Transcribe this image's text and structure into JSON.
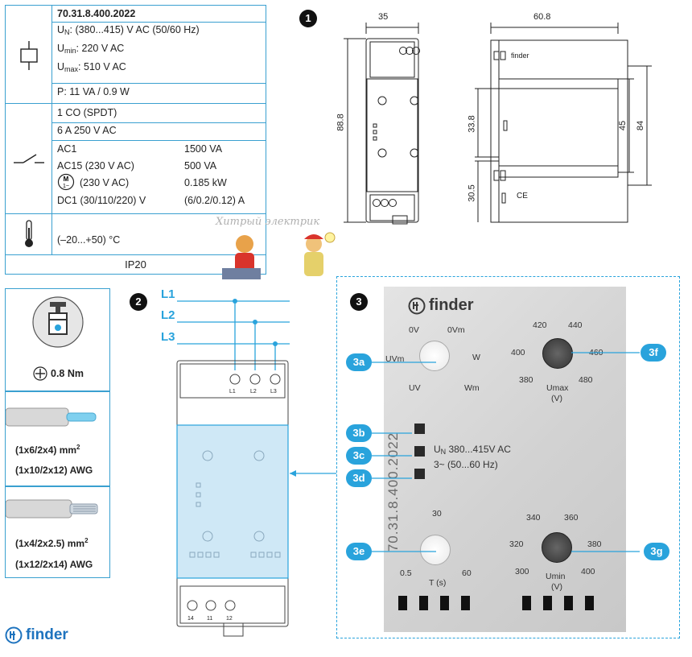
{
  "spec_table": {
    "model": "70.31.8.400.2022",
    "un_label": "U",
    "un_sub": "N",
    "un_value": ": (380...415) V AC (50/60 Hz)",
    "umin_label": "U",
    "umin_sub": "min",
    "umin_value": ": 220 V AC",
    "umax_label": "U",
    "umax_sub": "max",
    "umax_value": ": 510 V AC",
    "power": "P: 11 VA / 0.9 W",
    "contact": "1 CO (SPDT)",
    "rating": "6 A 250 V AC",
    "ac1_label": "AC1",
    "ac1_value": "1500 VA",
    "ac15_label": "AC15 (230 V AC)",
    "ac15_value": "500 VA",
    "motor_label": "(230 V AC)",
    "motor_value": "0.185 kW",
    "dc1_label": "DC1 (30/110/220) V",
    "dc1_value": "(6/0.2/0.12) A",
    "temperature": "(–20...+50) °C",
    "ip": "IP20"
  },
  "wiring": {
    "torque": "0.8 Nm",
    "wire1_mm": "(1x6/2x4) mm",
    "wire1_sup": "2",
    "wire1_awg": "(1x10/2x12) AWG",
    "wire2_mm": "(1x4/2x2.5) mm",
    "wire2_sup": "2",
    "wire2_awg": "(1x12/2x14) AWG"
  },
  "brand": "finder",
  "watermark": "Хитрый электрик",
  "badges": {
    "b1": "1",
    "b2": "2",
    "b3": "3"
  },
  "dimensions": {
    "w_front": "35",
    "w_side": "60.8",
    "h_total": "88.8",
    "h_top": "33.8",
    "h_bottom": "30.5",
    "h_45": "45",
    "h_84": "84"
  },
  "phases": {
    "l1": "L1",
    "l2": "L2",
    "l3": "L3"
  },
  "terminals_top": {
    "t1": "L1",
    "t2": "L2",
    "t3": "L3"
  },
  "terminals_bottom": {
    "t1": "14",
    "t2": "11",
    "t3": "12"
  },
  "callouts": {
    "a": "3a",
    "b": "3b",
    "c": "3c",
    "d": "3d",
    "e": "3e",
    "f": "3f",
    "g": "3g"
  },
  "photo": {
    "brand": "finder",
    "dial_a": {
      "top_left": "0V",
      "top_right": "0Vm",
      "left": "UVm",
      "right": "W",
      "bottom_left": "UV",
      "bottom_right": "Wm"
    },
    "dial_f": {
      "t1": "420",
      "t2": "440",
      "l": "400",
      "r": "460",
      "bl": "380",
      "br": "480",
      "name": "Umax",
      "unit": "(V)"
    },
    "dial_e": {
      "top": "30",
      "left": "0.5",
      "right": "60",
      "name": "T (s)"
    },
    "dial_g": {
      "t1": "340",
      "t2": "360",
      "l": "320",
      "r": "380",
      "bl": "300",
      "br": "400",
      "name": "Umin",
      "unit": "(V)"
    },
    "model_vertical": "70.31.8.400.2022",
    "un_text": "U",
    "un_sub": "N",
    "un_value": " 380...415V AC",
    "freq_text": "3~ (50...60 Hz)"
  },
  "colors": {
    "accent": "#29a3dc",
    "table_border": "#3aa0d0",
    "badge": "#111111",
    "highlight": "#cfe8f6"
  }
}
